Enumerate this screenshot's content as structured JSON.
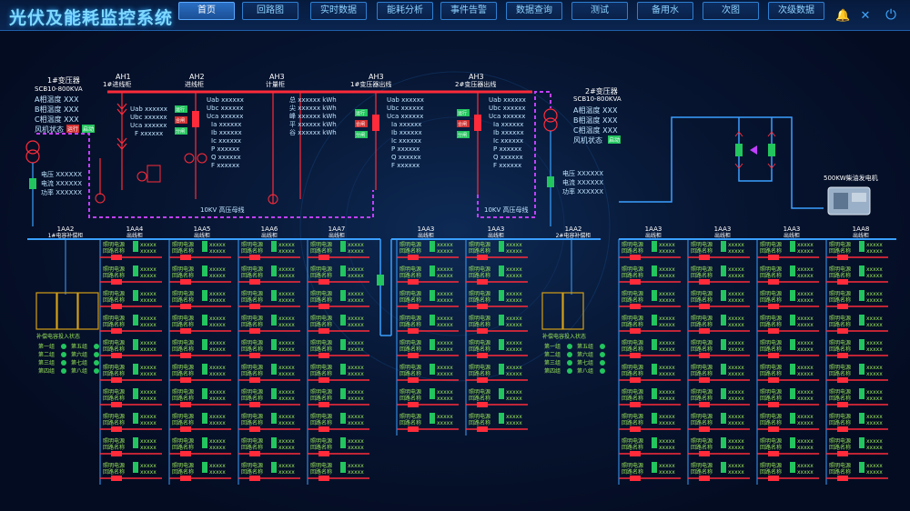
{
  "app": {
    "title": "光伏及能耗监控系统"
  },
  "nav": [
    {
      "label": "首页",
      "active": true
    },
    {
      "label": "回路图"
    },
    {
      "label": "实时数据"
    },
    {
      "label": "能耗分析"
    },
    {
      "label": "事件告警"
    },
    {
      "label": "数据查询"
    },
    {
      "label": "测试"
    },
    {
      "label": "备用水"
    },
    {
      "label": "次图"
    },
    {
      "label": "次级数据"
    }
  ],
  "toolbar_icons": [
    "bell-icon",
    "fullscreen-icon",
    "power-icon"
  ],
  "transformers": [
    {
      "name": "1#变压器",
      "model": "SCB10-800KVA",
      "rows": [
        "A相温度 XXX",
        "B相温度 XXX",
        "C相温度 XXX",
        "风机状态"
      ],
      "tags": [
        "运行",
        "启动"
      ],
      "bottom": [
        "电压 XXXXXX",
        "电流 XXXXXX",
        "功率 XXXXXX"
      ]
    },
    {
      "name": "2#变压器",
      "model": "SCB10-800KVA",
      "rows": [
        "A相温度 XXX",
        "B相温度 XXX",
        "C相温度 XXX",
        "风机状态"
      ],
      "tags": [
        "启动"
      ],
      "bottom": [
        "电压 XXXXXX",
        "电流 XXXXXX",
        "功率 XXXXXX"
      ]
    }
  ],
  "ah_cabinets": [
    {
      "id": "AH1",
      "name": "1#进线柜",
      "readings": [
        "Uab xxxxxx",
        "Ubc xxxxxx",
        "Uca xxxxxx",
        "F xxxxxx"
      ]
    },
    {
      "id": "AH2",
      "name": "进线柜",
      "readings": [
        "Uab xxxxxx",
        "Ubc xxxxxx",
        "Uca xxxxxx",
        "Ia xxxxxx",
        "Ib xxxxxx",
        "Ic xxxxxx",
        "P xxxxxx",
        "Q xxxxxx",
        "F xxxxxx"
      ],
      "tags": [
        "运行",
        "合闸",
        "分闸"
      ]
    },
    {
      "id": "AH3",
      "name": "计量柜",
      "readings": [
        "总 xxxxxx kWh",
        "尖 xxxxxx kWh",
        "峰 xxxxxx kWh",
        "平 xxxxxx kWh",
        "谷 xxxxxx kWh"
      ]
    },
    {
      "id": "AH3",
      "name": "1#变压器出线",
      "readings": [
        "Uab xxxxxx",
        "Ubc xxxxxx",
        "Uca xxxxxx",
        "Ia xxxxxx",
        "Ib xxxxxx",
        "Ic xxxxxx",
        "P xxxxxx",
        "Q xxxxxx",
        "F xxxxxx"
      ],
      "tags": [
        "运行",
        "合闸",
        "分闸"
      ]
    },
    {
      "id": "AH3",
      "name": "2#变压器出线",
      "readings": [
        "Uab xxxxxx",
        "Ubc xxxxxx",
        "Uca xxxxxx",
        "Ia xxxxxx",
        "Ib xxxxxx",
        "Ic xxxxxx",
        "P xxxxxx",
        "Q xxxxxx",
        "F xxxxxx"
      ],
      "tags": [
        "运行",
        "合闸",
        "分闸"
      ]
    }
  ],
  "busbar_labels": [
    "10KV 高压母线",
    "10KV 高压母线"
  ],
  "generator_label": "500KW柴油发电机",
  "low_voltage_headers": [
    {
      "id": "1AA2",
      "name": "1#电容补偿柜"
    },
    {
      "id": "1AA4",
      "name": "出线柜"
    },
    {
      "id": "1AA5",
      "name": "出线柜"
    },
    {
      "id": "1AA6",
      "name": "出线柜"
    },
    {
      "id": "1AA7",
      "name": "出线柜"
    },
    {
      "id": "1AA3",
      "name": "出线柜"
    },
    {
      "id": "1AA3",
      "name": "出线柜"
    },
    {
      "id": "1AA2",
      "name": "2#电容补偿柜"
    },
    {
      "id": "1AA3",
      "name": "出线柜"
    },
    {
      "id": "1AA3",
      "name": "出线柜"
    },
    {
      "id": "1AA3",
      "name": "出线柜"
    },
    {
      "id": "1AA8",
      "name": "出线柜"
    }
  ],
  "feeder_cell": {
    "label1": "照明电源",
    "label2": "回路名称",
    "value": "xxxxx"
  },
  "capacitor_status": {
    "left_title": "补偿电容投入状态",
    "left_items": [
      "第一组",
      "第二组",
      "第三组",
      "第四组",
      "第五组",
      "第六组",
      "第七组",
      "第八组"
    ],
    "right_title": "补偿电容投入状态",
    "right_items": [
      "第一组",
      "第二组",
      "第三组",
      "第四组",
      "第五组",
      "第六组",
      "第七组",
      "第八组"
    ]
  },
  "colors": {
    "accent": "#3fa7ff",
    "live": "#ff2b3a",
    "bus": "#3aa0ff",
    "ok": "#22c55e",
    "text_green": "#9ae65a",
    "dashed": "#c040ff"
  }
}
